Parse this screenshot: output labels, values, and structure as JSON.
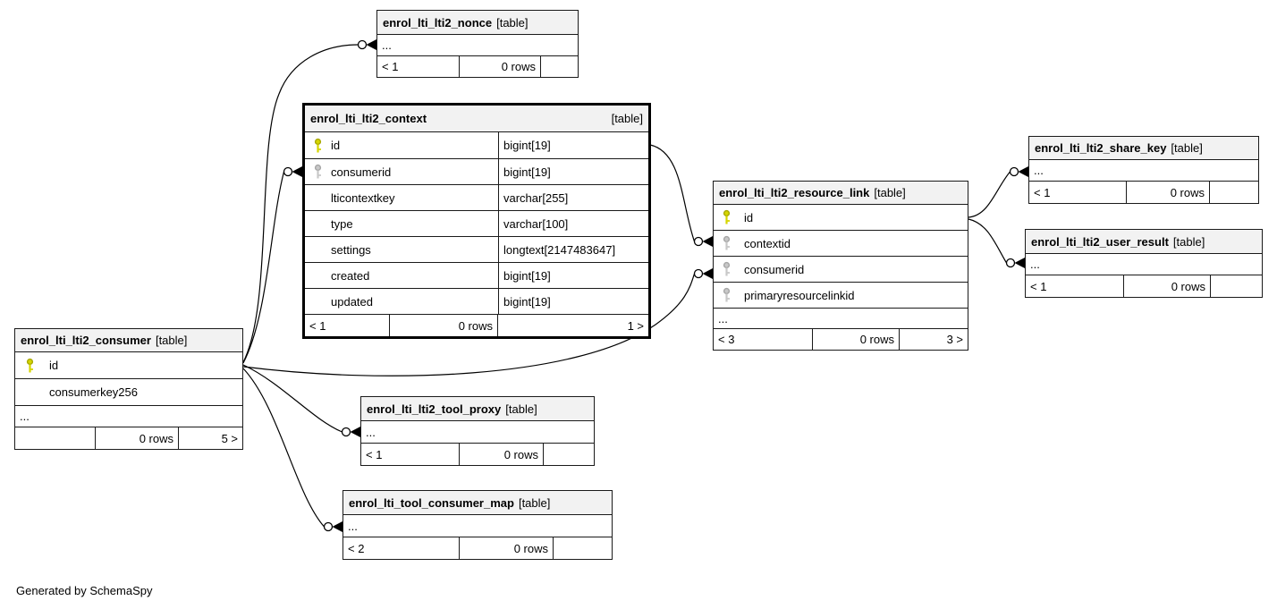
{
  "generator_note": "Generated by SchemaSpy",
  "colors": {
    "primary_key_icon": "#d6d600",
    "foreign_key_icon": "#c8c8c8",
    "header_bg": "#f2f2f2",
    "border": "#1a1a1a",
    "background": "#ffffff"
  },
  "tables": {
    "nonce": {
      "name": "enrol_lti_lti2_nonce",
      "tag": "[table]",
      "ellipsis": "...",
      "footer": {
        "left": "< 1",
        "center": "0 rows",
        "right": ""
      }
    },
    "context": {
      "name": "enrol_lti_lti2_context",
      "tag": "[table]",
      "columns": [
        {
          "icon": "primary-key",
          "name": "id",
          "type": "bigint[19]"
        },
        {
          "icon": "foreign-key",
          "name": "consumerid",
          "type": "bigint[19]"
        },
        {
          "icon": "",
          "name": "lticontextkey",
          "type": "varchar[255]"
        },
        {
          "icon": "",
          "name": "type",
          "type": "varchar[100]"
        },
        {
          "icon": "",
          "name": "settings",
          "type": "longtext[2147483647]"
        },
        {
          "icon": "",
          "name": "created",
          "type": "bigint[19]"
        },
        {
          "icon": "",
          "name": "updated",
          "type": "bigint[19]"
        }
      ],
      "footer": {
        "left": "< 1",
        "center": "0 rows",
        "right": "1 >"
      }
    },
    "resource_link": {
      "name": "enrol_lti_lti2_resource_link",
      "tag": "[table]",
      "ellipsis": "...",
      "columns": [
        {
          "icon": "primary-key",
          "name": "id"
        },
        {
          "icon": "foreign-key",
          "name": "contextid"
        },
        {
          "icon": "foreign-key",
          "name": "consumerid"
        },
        {
          "icon": "foreign-key",
          "name": "primaryresourcelinkid"
        }
      ],
      "footer": {
        "left": "< 3",
        "center": "0 rows",
        "right": "3 >"
      }
    },
    "share_key": {
      "name": "enrol_lti_lti2_share_key",
      "tag": "[table]",
      "ellipsis": "...",
      "footer": {
        "left": "< 1",
        "center": "0 rows",
        "right": ""
      }
    },
    "user_result": {
      "name": "enrol_lti_lti2_user_result",
      "tag": "[table]",
      "ellipsis": "...",
      "footer": {
        "left": "< 1",
        "center": "0 rows",
        "right": ""
      }
    },
    "consumer": {
      "name": "enrol_lti_lti2_consumer",
      "tag": "[table]",
      "ellipsis": "...",
      "columns": [
        {
          "icon": "primary-key",
          "name": "id"
        },
        {
          "icon": "",
          "name": "consumerkey256"
        }
      ],
      "footer": {
        "left": "",
        "center": "0 rows",
        "right": "5 >"
      }
    },
    "tool_proxy": {
      "name": "enrol_lti_lti2_tool_proxy",
      "tag": "[table]",
      "ellipsis": "...",
      "footer": {
        "left": "< 1",
        "center": "0 rows",
        "right": ""
      }
    },
    "tool_consumer_map": {
      "name": "enrol_lti_tool_consumer_map",
      "tag": "[table]",
      "ellipsis": "...",
      "footer": {
        "left": "< 2",
        "center": "0 rows",
        "right": ""
      }
    }
  }
}
